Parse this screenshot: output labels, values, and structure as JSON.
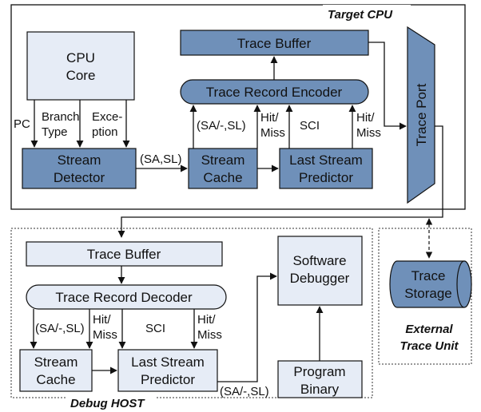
{
  "target_cpu": {
    "title": "Target CPU",
    "cpu_core": [
      "CPU",
      "Core"
    ],
    "trace_buffer": "Trace Buffer",
    "trace_record_encoder": "Trace Record Encoder",
    "trace_port": "Trace Port",
    "stream_detector": [
      "Stream",
      "Detector"
    ],
    "stream_cache": [
      "Stream",
      "Cache"
    ],
    "last_stream_predictor": [
      "Last Stream",
      "Predictor"
    ],
    "signals": {
      "pc": "PC",
      "branch_type": [
        "Branch",
        "Type"
      ],
      "exception": [
        "Exce-",
        "ption"
      ],
      "sa_sl": "(SA,SL)",
      "sa_sl_enc": "(SA/-,SL)",
      "hit_miss_1": [
        "Hit/",
        "Miss"
      ],
      "sci": "SCI",
      "hit_miss_2": [
        "Hit/",
        "Miss"
      ]
    }
  },
  "debug_host": {
    "title": "Debug HOST",
    "trace_buffer": "Trace Buffer",
    "trace_record_decoder": "Trace Record Decoder",
    "stream_cache": [
      "Stream",
      "Cache"
    ],
    "last_stream_predictor": [
      "Last Stream",
      "Predictor"
    ],
    "software_debugger": [
      "Software",
      "Debugger"
    ],
    "program_binary": [
      "Program",
      "Binary"
    ],
    "signals": {
      "sa_sl_dec": "(SA/-,SL)",
      "hit_miss_1": [
        "Hit/",
        "Miss"
      ],
      "sci": "SCI",
      "hit_miss_2": [
        "Hit/",
        "Miss"
      ],
      "sa_sl_out": "(SA/-,SL)"
    }
  },
  "external_trace_unit": {
    "title": [
      "External",
      "Trace Unit"
    ],
    "trace_storage": [
      "Trace",
      "Storage"
    ]
  },
  "colors": {
    "dark_block": "#6f90b9",
    "light_block": "#e6ecf6",
    "stroke": "#111111"
  }
}
